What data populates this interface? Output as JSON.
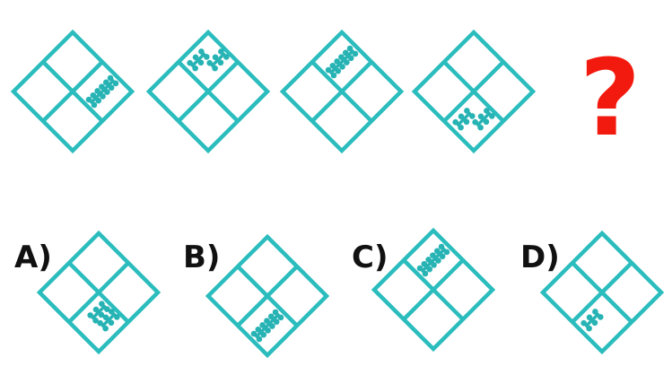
{
  "colors": {
    "background": "#ffffff",
    "tile_stroke": "#2bbcbd",
    "coil": "#27b3b4",
    "question_mark": "#f21a0e",
    "label": "#111111"
  },
  "question_mark": "?",
  "sequence": [
    {
      "name": "sequence-tile-1",
      "coils": [
        {
          "quadrant": "right",
          "corner": "center",
          "size": "large"
        }
      ]
    },
    {
      "name": "sequence-tile-2",
      "coils": [
        {
          "quadrant": "top",
          "corner": "left",
          "size": "small"
        },
        {
          "quadrant": "top",
          "corner": "right",
          "size": "small"
        }
      ]
    },
    {
      "name": "sequence-tile-3",
      "coils": [
        {
          "quadrant": "top",
          "corner": "center",
          "size": "large"
        }
      ]
    },
    {
      "name": "sequence-tile-4",
      "coils": [
        {
          "quadrant": "bottom",
          "corner": "left",
          "size": "small"
        },
        {
          "quadrant": "bottom",
          "corner": "right",
          "size": "small"
        }
      ]
    }
  ],
  "options": [
    {
      "label": "A)",
      "name": "option-a",
      "coils": [
        {
          "quadrant": "bottom",
          "corner": "top",
          "size": "small"
        },
        {
          "quadrant": "bottom",
          "corner": "right",
          "size": "small"
        }
      ]
    },
    {
      "label": "B)",
      "name": "option-b",
      "coils": [
        {
          "quadrant": "bottom",
          "corner": "center",
          "size": "large"
        }
      ]
    },
    {
      "label": "C)",
      "name": "option-c",
      "coils": [
        {
          "quadrant": "top",
          "corner": "center",
          "size": "large"
        }
      ]
    },
    {
      "label": "D)",
      "name": "option-d",
      "coils": [
        {
          "quadrant": "bottom",
          "corner": "left",
          "size": "small"
        }
      ]
    }
  ]
}
